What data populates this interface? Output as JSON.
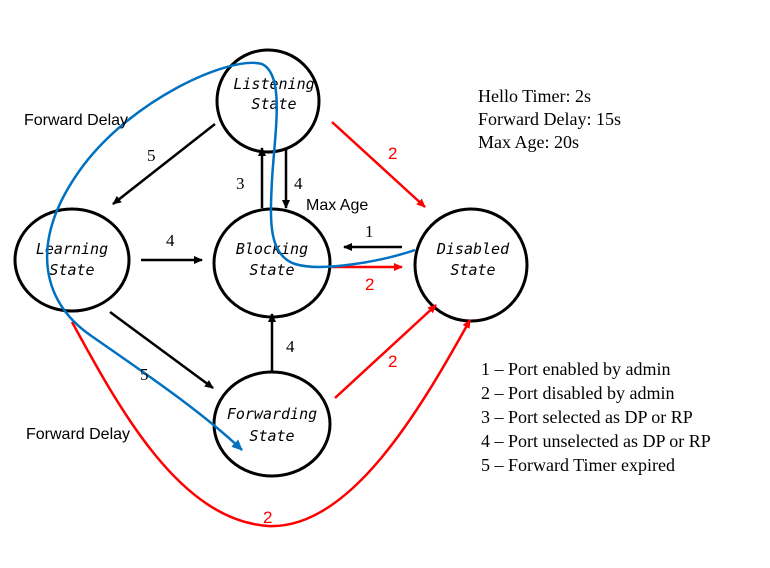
{
  "colors": {
    "black": "#000000",
    "red": "#ff0000",
    "blue": "#0070c0"
  },
  "states": {
    "listening": {
      "line1": "Listening",
      "line2": "State"
    },
    "learning": {
      "line1": "Learning",
      "line2": "State"
    },
    "blocking": {
      "line1": "Blocking",
      "line2": "State"
    },
    "disabled": {
      "line1": "Disabled",
      "line2": "State"
    },
    "forwarding": {
      "line1": "Forwarding",
      "line2": "State"
    }
  },
  "transitions": [
    {
      "from": "listening",
      "to": "learning",
      "label": "5",
      "color": "black"
    },
    {
      "from": "blocking",
      "to": "listening",
      "label": "3",
      "color": "black"
    },
    {
      "from": "listening",
      "to": "blocking",
      "label": "4",
      "color": "black"
    },
    {
      "from": "learning",
      "to": "blocking",
      "label": "4",
      "color": "black"
    },
    {
      "from": "disabled",
      "to": "blocking",
      "label": "1",
      "color": "black"
    },
    {
      "from": "blocking",
      "to": "disabled",
      "label": "2",
      "color": "red"
    },
    {
      "from": "listening",
      "to": "disabled",
      "label": "2",
      "color": "red"
    },
    {
      "from": "learning",
      "to": "forwarding",
      "label": "5",
      "color": "black"
    },
    {
      "from": "forwarding",
      "to": "blocking",
      "label": "4",
      "color": "black"
    },
    {
      "from": "forwarding",
      "to": "disabled",
      "label": "2",
      "color": "red"
    },
    {
      "from": "learning",
      "to": "disabled",
      "label": "2",
      "color": "red"
    }
  ],
  "annotations": {
    "forward_delay_top": "Forward Delay",
    "forward_delay_bottom": "Forward Delay",
    "max_age": "Max Age"
  },
  "timers": [
    "Hello Timer: 2s",
    "Forward Delay: 15s",
    "Max Age: 20s"
  ],
  "legend": [
    "1 – Port enabled by admin",
    "2 – Port disabled by admin",
    "3 – Port selected as DP or RP",
    "4 – Port unselected as DP or RP",
    "5 – Forward Timer expired"
  ]
}
